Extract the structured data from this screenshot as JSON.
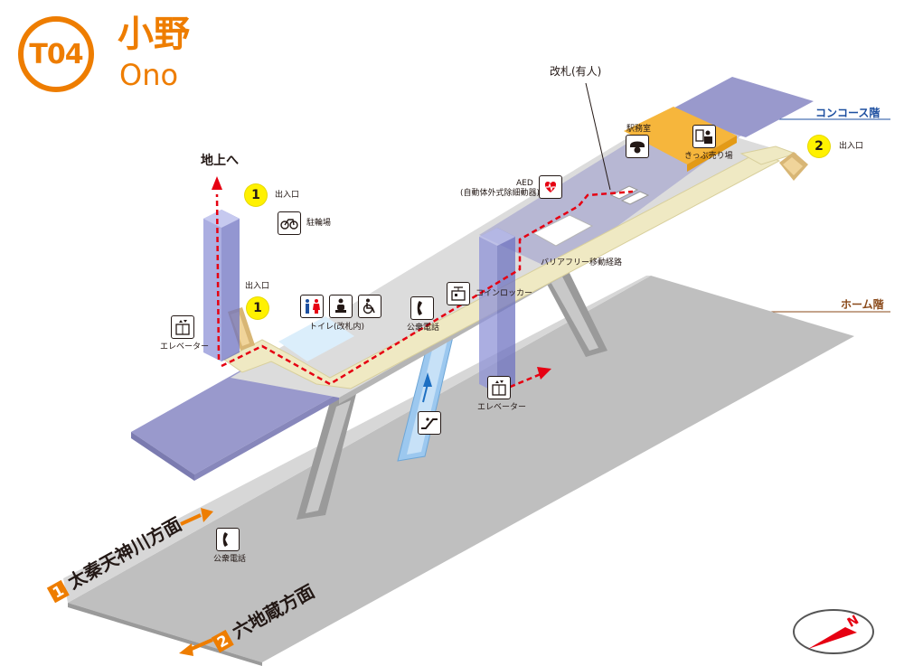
{
  "station": {
    "code": "T04",
    "name_jp": "小野",
    "name_en": "Ono",
    "color": "#ee7d00"
  },
  "levels": {
    "concourse": "コンコース階",
    "platform": "ホーム階"
  },
  "labels": {
    "to_ground": "地上へ",
    "exit": "出入口",
    "bicycle_parking": "駐輪場",
    "elevator": "エレベーター",
    "toilet": "トイレ(改札内)",
    "public_phone": "公衆電話",
    "coin_locker": "コインロッカー",
    "barrier_free_route": "バリアフリー移動経路",
    "aed": "AED",
    "aed_sub": "(自動体外式除細動器)",
    "station_office": "駅務室",
    "ticket_office": "きっぷ売り場",
    "ticket_gate": "改札(有人)"
  },
  "exits": [
    {
      "number": "1"
    },
    {
      "number": "1"
    },
    {
      "number": "2"
    }
  ],
  "directions": [
    {
      "number": "1",
      "label": "太秦天神川方面"
    },
    {
      "number": "2",
      "label": "六地蔵方面"
    }
  ],
  "compass": {
    "letter": "N"
  },
  "colors": {
    "platform": "#9999cc",
    "concourse": "#dcdcdc",
    "route": "#efe9c3",
    "route_dash": "#e60012",
    "office": "#f6b63c",
    "elevator_shaft": "#8f93d8",
    "escalator": "#9cc8ef"
  }
}
